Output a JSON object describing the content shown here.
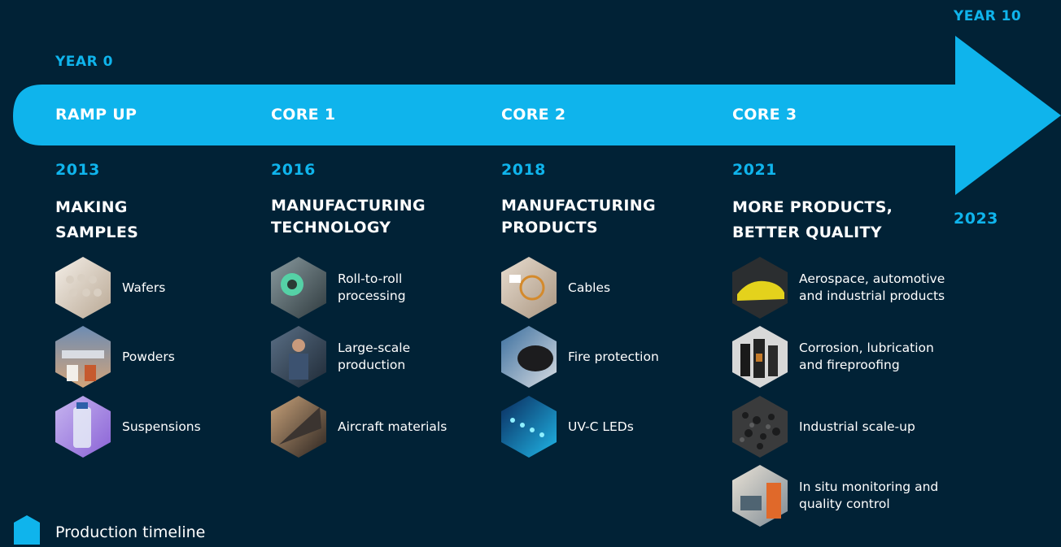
{
  "header": {
    "start_label": "YEAR 0",
    "end_label": "YEAR 10",
    "end_year": "2023"
  },
  "colors": {
    "background": "#012236",
    "accent": "#0fb4ec",
    "text": "#ffffff"
  },
  "phases": [
    {
      "label": "RAMP UP",
      "year": "2013",
      "title": "MAKING\nSAMPLES",
      "items": [
        {
          "label": "Wafers",
          "icon": "wafers-photo"
        },
        {
          "label": "Powders",
          "icon": "powders-photo"
        },
        {
          "label": "Suspensions",
          "icon": "suspensions-photo"
        }
      ]
    },
    {
      "label": "CORE 1",
      "year": "2016",
      "title": "MANUFACTURING\nTECHNOLOGY",
      "items": [
        {
          "label": "Roll-to-roll\nprocessing",
          "icon": "roll-to-roll-photo"
        },
        {
          "label": "Large-scale\nproduction",
          "icon": "large-scale-production-photo"
        },
        {
          "label": "Aircraft materials",
          "icon": "aircraft-materials-photo"
        }
      ]
    },
    {
      "label": "CORE 2",
      "year": "2018",
      "title": "MANUFACTURING\nPRODUCTS",
      "items": [
        {
          "label": "Cables",
          "icon": "cables-photo"
        },
        {
          "label": "Fire protection",
          "icon": "fire-protection-photo"
        },
        {
          "label": "UV-C LEDs",
          "icon": "uv-c-leds-photo"
        }
      ]
    },
    {
      "label": "CORE 3",
      "year": "2021",
      "title": "MORE PRODUCTS,\nBETTER QUALITY",
      "items": [
        {
          "label": "Aerospace, automotive\nand industrial products",
          "icon": "aerospace-automotive-photo"
        },
        {
          "label": "Corrosion, lubrication\nand fireproofing",
          "icon": "corrosion-lubrication-photo"
        },
        {
          "label": "Industrial scale-up",
          "icon": "industrial-scale-up-photo"
        },
        {
          "label": "In situ monitoring and\nquality control",
          "icon": "monitoring-quality-photo"
        }
      ]
    }
  ],
  "legend": {
    "label": "Production timeline",
    "icon": "house-icon"
  }
}
